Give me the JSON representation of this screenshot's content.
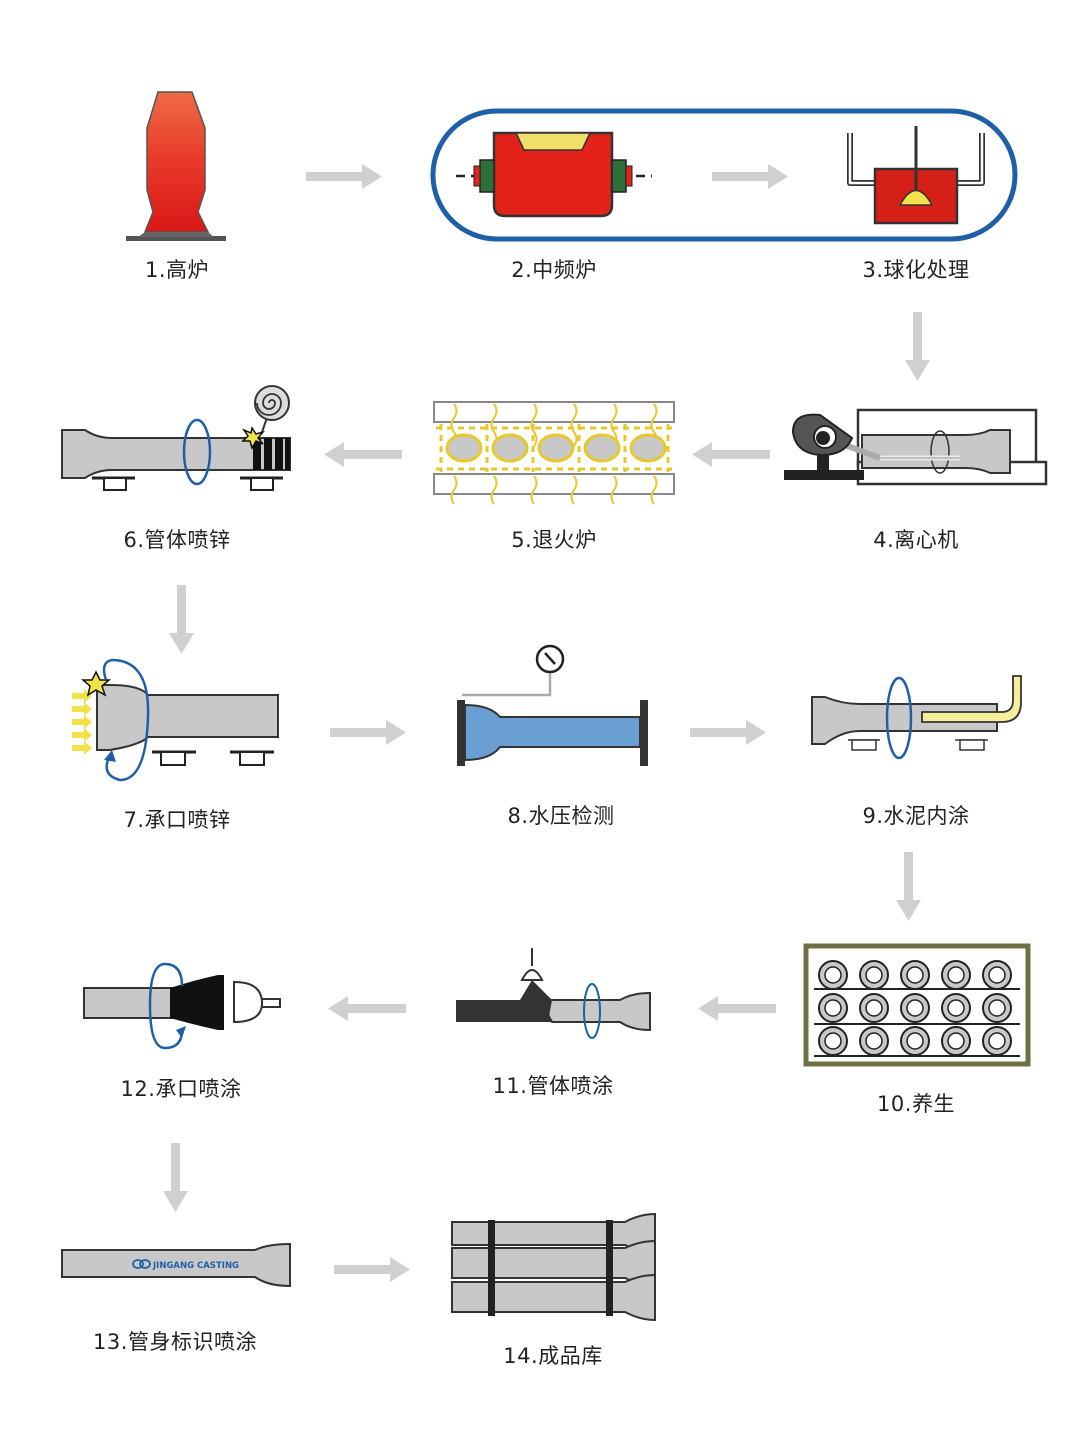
{
  "steps": [
    {
      "id": 1,
      "label": "1.高炉"
    },
    {
      "id": 2,
      "label": "2.中频炉"
    },
    {
      "id": 3,
      "label": "3.球化处理"
    },
    {
      "id": 4,
      "label": "4.离心机"
    },
    {
      "id": 5,
      "label": "5.退火炉"
    },
    {
      "id": 6,
      "label": "6.管体喷锌"
    },
    {
      "id": 7,
      "label": "7.承口喷锌"
    },
    {
      "id": 8,
      "label": "8.水压检测"
    },
    {
      "id": 9,
      "label": "9.水泥内涂"
    },
    {
      "id": 10,
      "label": "10.养生"
    },
    {
      "id": 11,
      "label": "11.管体喷涂"
    },
    {
      "id": 12,
      "label": "12.承口喷涂"
    },
    {
      "id": 13,
      "label": "13.管身标识喷涂"
    },
    {
      "id": 14,
      "label": "14.成品库"
    }
  ],
  "logo_text": "JINGANG CASTING",
  "colors": {
    "furnace_red": "#e32219",
    "pipe_gray": "#c8c8c8",
    "arrow_gray": "#d0d0d0",
    "loop_blue": "#1f5fa8",
    "water_blue": "#6a9fd4",
    "zinc_yellow": "#f2e24a",
    "cement_yellow": "#f5ee9a",
    "curing_frame": "#6f6f45"
  }
}
